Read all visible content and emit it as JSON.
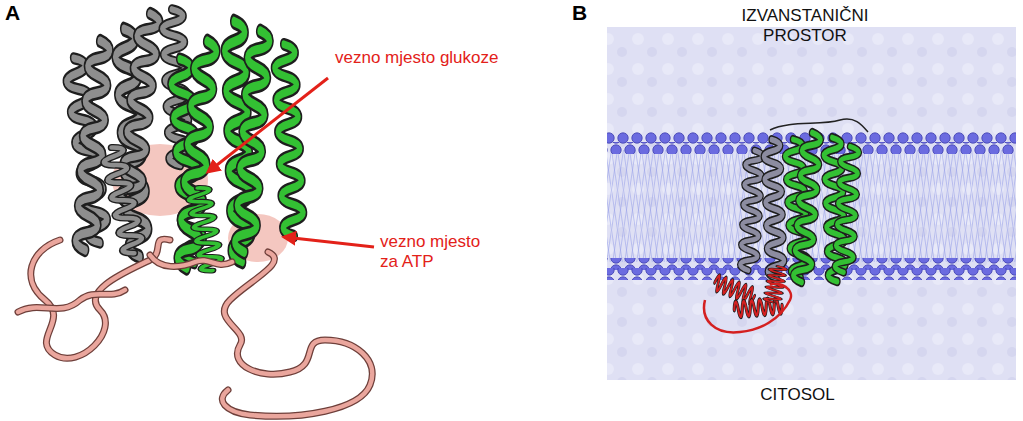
{
  "diagram": {
    "labels": [
      "A",
      "vezno mjesto glukoze",
      "vezno mjesto za ATP",
      "B",
      "IZVANSTANIČNI PROSTOR",
      "CITOSOL"
    ]
  }
}
